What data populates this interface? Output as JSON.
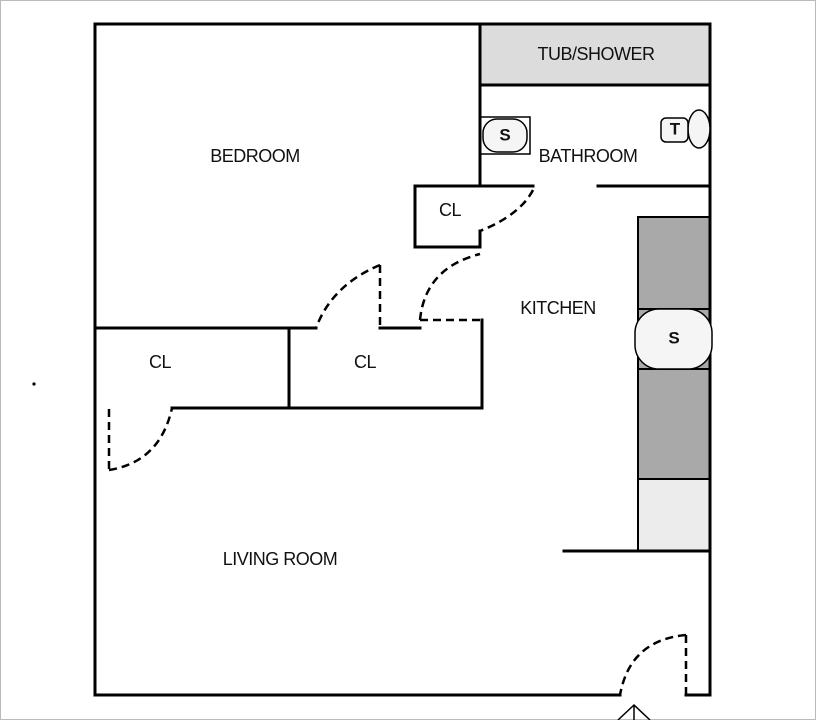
{
  "rooms": {
    "tub_shower": "TUB/SHOWER",
    "bedroom": "BEDROOM",
    "bathroom": "BATHROOM",
    "closet_bath": "CL",
    "kitchen": "KITCHEN",
    "closet_left": "CL",
    "closet_mid": "CL",
    "living_room": "LIVING ROOM"
  },
  "fixtures": {
    "bath_sink": "S",
    "toilet": "T",
    "kitchen_sink": "S"
  },
  "colors": {
    "tub_fill": "#dcdcdc",
    "counter_fill": "#a9a9a9",
    "appliance_fill": "#ececec",
    "fixture_fill": "#f5f5f5"
  }
}
